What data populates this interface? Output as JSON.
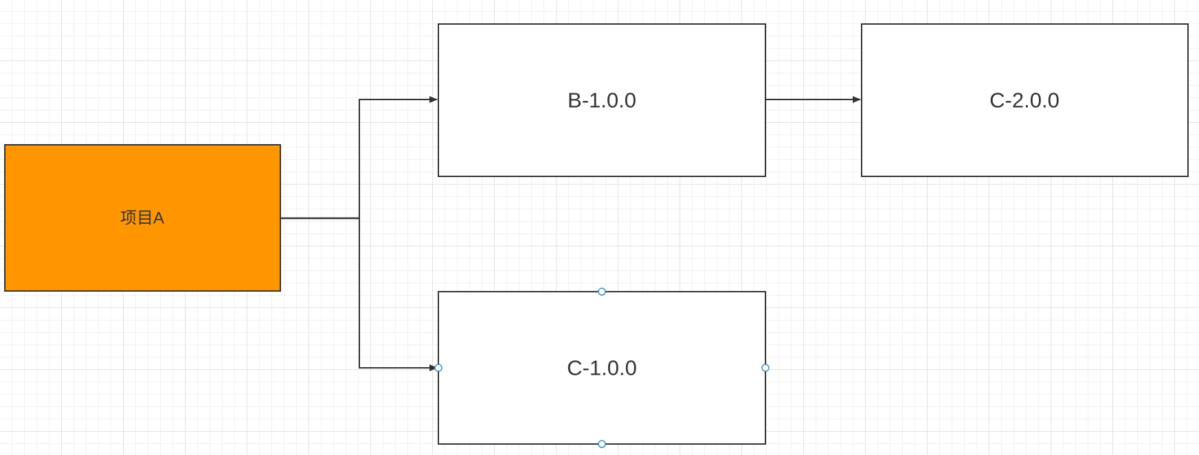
{
  "nodes": {
    "project_a": {
      "label": "项目A"
    },
    "b_1_0_0": {
      "label": "B-1.0.0"
    },
    "c_2_0_0": {
      "label": "C-2.0.0"
    },
    "c_1_0_0": {
      "label": "C-1.0.0"
    }
  },
  "colors": {
    "project_fill": "#ff9600",
    "node_fill": "#ffffff",
    "stroke": "#333333",
    "selection_handle": "#3a8fd4"
  }
}
